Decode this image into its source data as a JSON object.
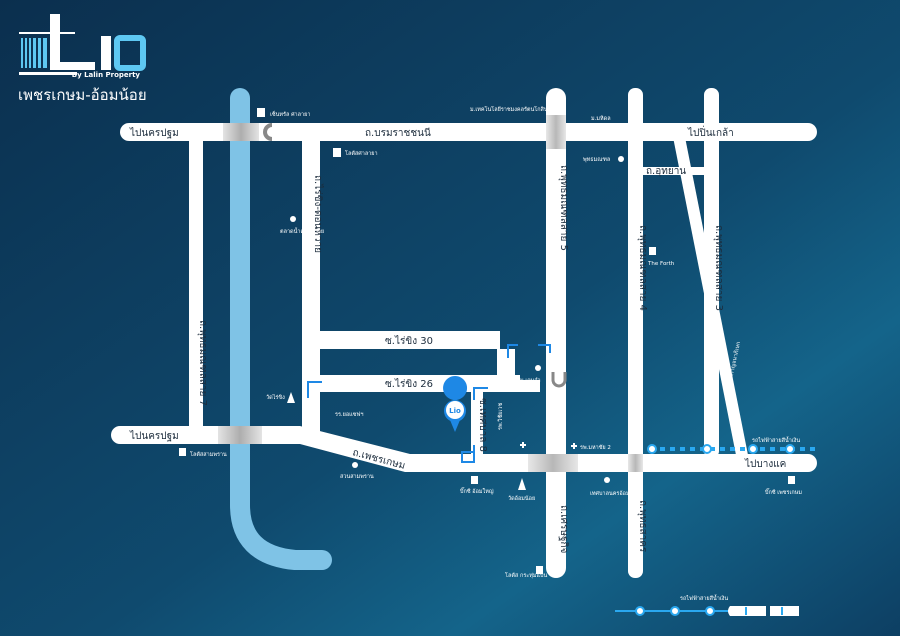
{
  "brand": {
    "logo_text": "Lio",
    "tagline": "By Lalin Property",
    "project_name": "เพชรเกษม-อ้อมน้อย"
  },
  "roads": {
    "to_nakhon_pathom_top": "ไปนครปฐม",
    "borommaratchachonnani": "ถ.บรมราชชนนี",
    "to_pinklao": "ไปปิ่นเกล้า",
    "to_nakhon_pathom_bottom": "ไปนครปฐม",
    "phetkasem": "ถ.เพชรเกษม",
    "to_bang_khae": "ไปบางแค",
    "phutthamonthon_7": "ถ.พุทธมณฑลสาย 7",
    "rai_khing_don_wai": "ถ.ไร่ขิง-ดอนหวาย",
    "phutthamonthon_5": "ถ.พุทธมณฑลสาย 5",
    "phutthamonthon_4": "ถ.พุทธมณฑลสาย 4",
    "phutthamonthon_3": "ถ.พุทธมณฑลสาย 3",
    "uthayan": "ถ.อุทยาน",
    "soi_rai_khing_30": "ซ.ไร่ขิง 30",
    "soi_rai_khing_26": "ซ.ไร่ขิง 26",
    "soi_thetsaban_8": "ซ.เทศบาล 8",
    "setthakit": "ถ.เศรษฐกิจ",
    "phutthasakhon": "ถ.พุทธสาคร",
    "kanchanaphisek": "ถ.กาญจนาภิเษก"
  },
  "pois": {
    "central_salaya": "เซ็นทรัล ศาลายา",
    "lotus_salaya": "โลตัสศาลายา",
    "don_wai_market": "ตลาดน้ำดอนหวาย",
    "mahidol_tech": "ม.เทคโนโลยีราชมงคลรัตนโกสินทร์",
    "mahidol": "ม.มหิดล",
    "phutthamonthon": "พุทธมณฑล",
    "the_forth": "The Forth",
    "wat_rai_khing": "วัดไร่ขิง",
    "yothinburana_school": "รร.ยอแซฟฯ",
    "lotus_sam_phran": "โลตัสสามพราน",
    "sam_phran_park": "สวนสามพราน",
    "big_c_om_yai": "บิ๊กซี อ้อมใหญ่",
    "wat_om_noi": "วัดอ้อมน้อย",
    "hospital_vibharam": "รพ.วิชัยเวช",
    "village_kaengkham": "ม.เกษอำ",
    "hospital_mahachai_2": "รพ.มหาชัย 2",
    "om_noi_municipality": "เทศบาลนครอ้อมน้อย",
    "lotus_krathum_baen": "โลตัส กระทุ่มแบน",
    "big_c_phetkasem": "บิ๊กซี เพชรเกษม",
    "bts_blue_line": "รถไฟฟ้าสายสีน้ำเงิน"
  },
  "legend": {
    "label": "รถไฟฟ้าสายสีน้ำเงิน"
  },
  "colors": {
    "background": "#0c3a5c",
    "road": "#ffffff",
    "river": "#7fc3e6",
    "accent": "#1e88e5",
    "bts": "#2aa8f0"
  }
}
